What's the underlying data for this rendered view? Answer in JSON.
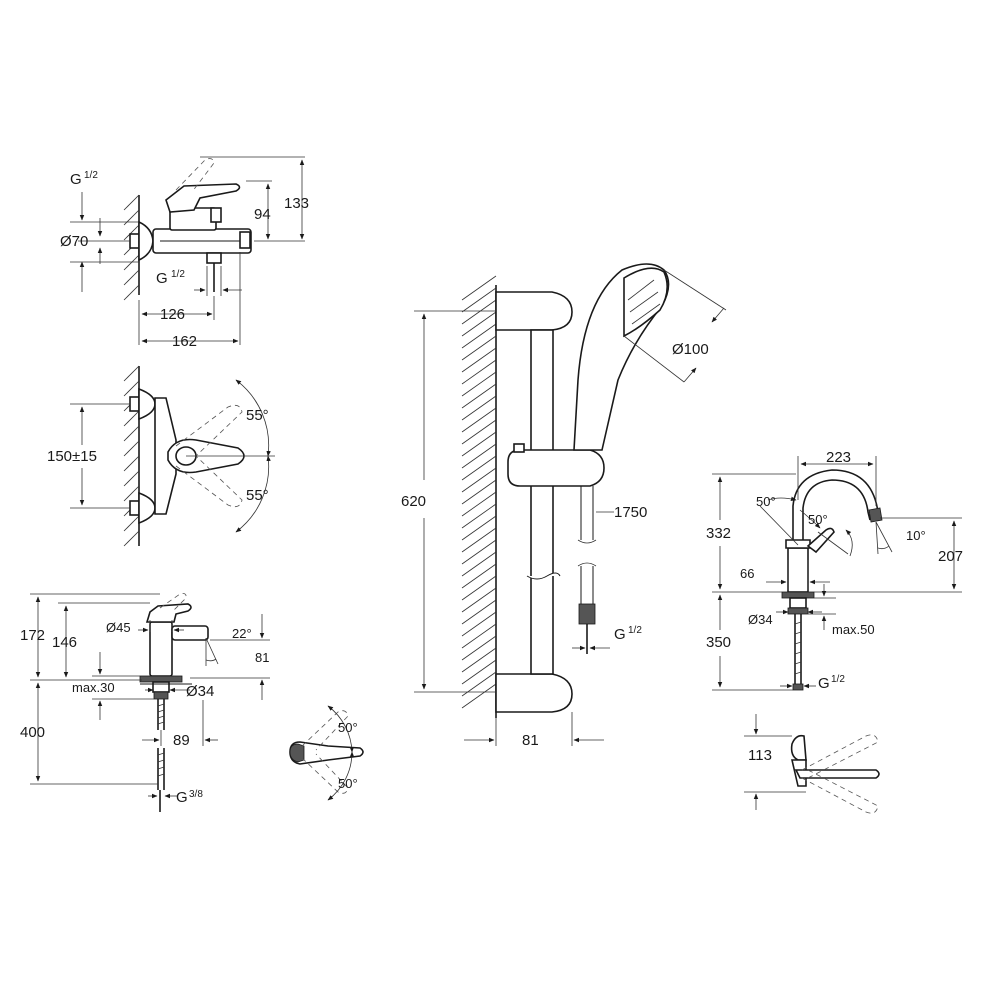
{
  "colors": {
    "line": "#1a1a1a",
    "background": "#ffffff"
  },
  "bath_mixer": {
    "thread_top": "G",
    "thread_top_fraction": "1/2",
    "height_94": "94",
    "height_133": "133",
    "diameter": "Ø70",
    "thread_bottom": "G",
    "thread_bottom_fraction": "1/2",
    "width_126": "126",
    "width_162": "162"
  },
  "bath_mixer_plan": {
    "center_distance": "150±15",
    "angle_top": "55°",
    "angle_bottom": "55°"
  },
  "basin_mixer": {
    "height_172": "172",
    "height_146": "146",
    "diameter_45": "Ø45",
    "angle": "22°",
    "height_81": "81",
    "max_30": "max.30",
    "diameter_34": "Ø34",
    "length_400": "400",
    "width_89": "89",
    "thread": "G",
    "thread_fraction": "3/8"
  },
  "basin_mixer_plan": {
    "angle_top": "50°",
    "angle_bottom": "50°"
  },
  "shower_rail": {
    "rail_height": "620",
    "hand_shower_diameter": "Ø100",
    "hose_length": "1750",
    "thread": "G",
    "thread_fraction": "1/2",
    "wall_distance": "81"
  },
  "kitchen_mixer": {
    "reach": "223",
    "angle_left": "50°",
    "angle_right": "50°",
    "height_332": "332",
    "angle_spout": "10°",
    "height_207": "207",
    "width_66": "66",
    "diameter_34": "Ø34",
    "max_50": "max.50",
    "length_350": "350",
    "thread": "G",
    "thread_fraction": "1/2"
  },
  "kitchen_mixer_plan": {
    "height_113": "113"
  }
}
